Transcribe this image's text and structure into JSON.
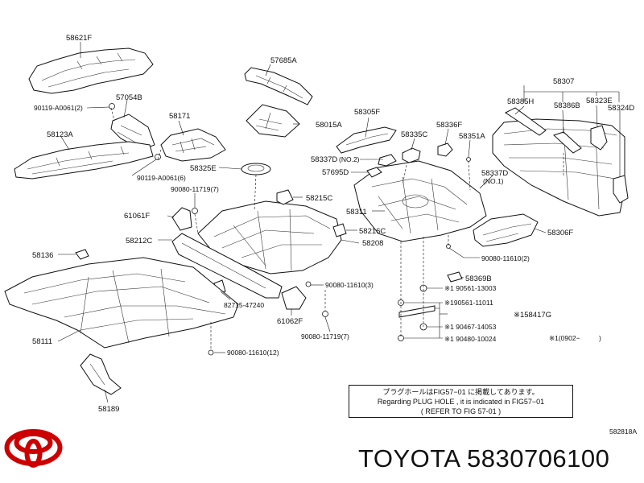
{
  "labels": {
    "p58621F": "58621F",
    "p57685A": "57685A",
    "p58307": "58307",
    "p90119_2": "90119-A0061(2)",
    "p57054B": "57054B",
    "p58171": "58171",
    "p58015A": "58015A",
    "p58305F": "58305F",
    "p58385H": "58385H",
    "p58386B": "58386B",
    "p58323E": "58323E",
    "p58324D": "58324D",
    "p58123A": "58123A",
    "p58336F": "58336F",
    "p58335C": "58335C",
    "p58351A": "58351A",
    "p58337D_2": "58337D",
    "p58337D_2_qty": "(NO.2)",
    "p90119_6": "90119-A0061(6)",
    "p58325E": "58325E",
    "p57695D": "57695D",
    "p58337D_1": "58337D",
    "p58337D_1_qty": "(NO.1)",
    "p90080_7a": "90080-11719(7)",
    "p58215C": "58215C",
    "p61061F": "61061F",
    "p58311": "58311",
    "p58216C": "58216C",
    "p58306F": "58306F",
    "p58212C": "58212C",
    "p58208": "58208",
    "p58136": "58136",
    "p90080_11610_2": "90080-11610(2)",
    "p58369B": "58369B",
    "p90080_11610_3": "90080-11610(3)",
    "p90561_13003": "※1 90561-13003",
    "p82715": "82715-47240",
    "p190561_11011": "※190561-11011",
    "p158417G": "※158417G",
    "p61062F": "61062F",
    "p90467": "※1 90467-14053",
    "p58111": "58111",
    "p90080_7b": "90080-11719(7)",
    "p90480": "※1 90480-10024",
    "p_note1": "※1(0902−",
    "p_note1_close": ")",
    "p90080_12": "90080-11610(12)",
    "p58189": "58189"
  },
  "note": {
    "line1": "プラグホールはFIG57−01 に掲載してあります。",
    "line2": "Regarding  PLUG  HOLE  , it  is  indicated  in  FIG57−01",
    "line3": "(  REFER TO FIG 57-01           )"
  },
  "ref_code": "582818A",
  "brand": {
    "name": "TOYOTA 5830706100",
    "logo_icon": "toyota-logo-icon",
    "logo_color": "#cc0000"
  }
}
